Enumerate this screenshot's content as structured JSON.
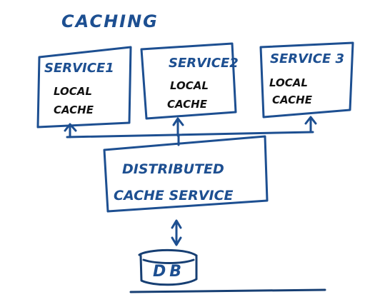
{
  "diagram": {
    "title": "CACHING",
    "services": [
      {
        "name": "SERVICE1",
        "cache_line1": "LOCAL",
        "cache_line2": "CACHE"
      },
      {
        "name": "SERVICE2",
        "cache_line1": "LOCAL",
        "cache_line2": "CACHE"
      },
      {
        "name": "SERVICE 3",
        "cache_line1": "LOCAL",
        "cache_line2": "CACHE"
      }
    ],
    "distributed": {
      "line1": "DISTRIBUTED",
      "line2": "CACHE SERVICE"
    },
    "database": {
      "label": "DB"
    },
    "colors": {
      "ink_blue": "#1d4f91",
      "ink_black": "#111111",
      "background": "#ffffff"
    }
  }
}
